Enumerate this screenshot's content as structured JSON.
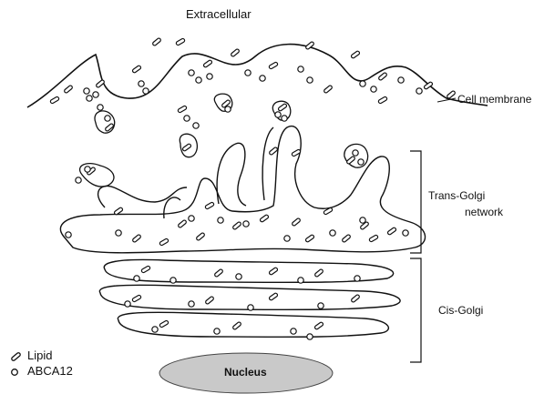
{
  "labels": {
    "extracellular": "Extracellular",
    "cell_membrane": "Cell membrane",
    "trans_golgi_line1": "Trans-Golgi",
    "trans_golgi_line2": "network",
    "cis_golgi": "Cis-Golgi",
    "nucleus": "Nucleus"
  },
  "legend": {
    "lipid": "Lipid",
    "abca12": "ABCA12"
  },
  "colors": {
    "line": "#111111",
    "nucleus_fill": "#c9c9c9",
    "background": "#ffffff"
  }
}
